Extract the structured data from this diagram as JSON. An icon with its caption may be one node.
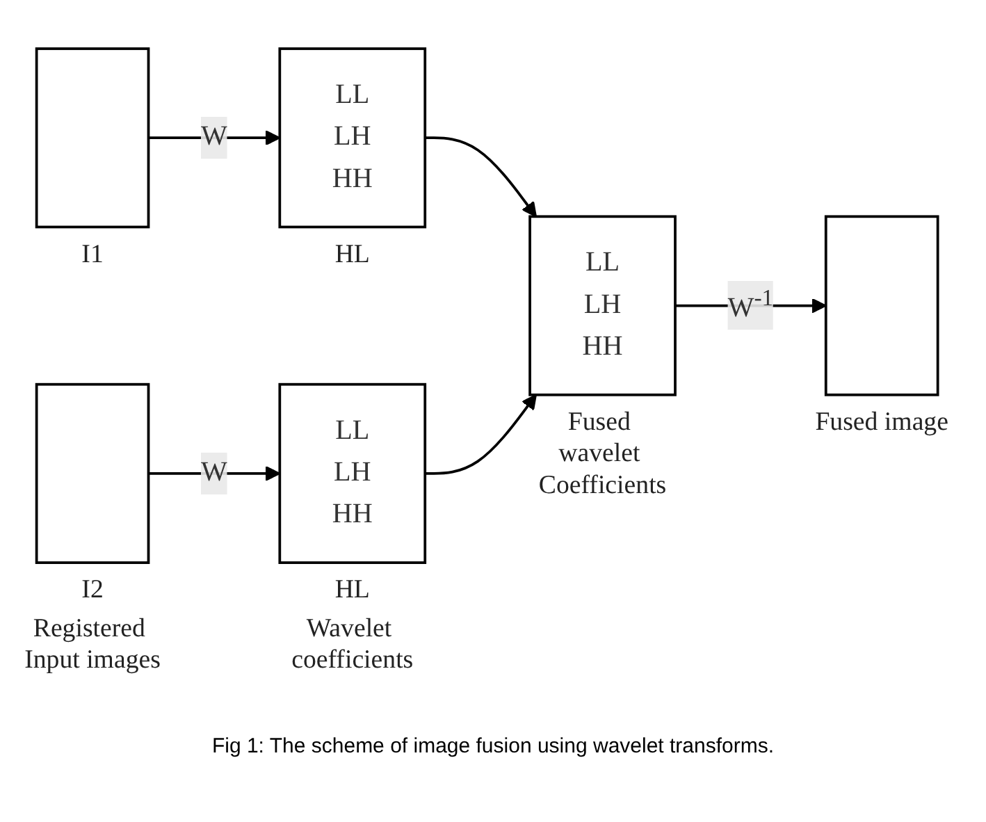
{
  "diagram": {
    "caption": "Fig 1: The scheme of image fusion using wavelet transforms.",
    "nodes": [
      {
        "text": [],
        "shape": "box",
        "beside": [
          "I1"
        ]
      },
      {
        "text": [
          "LL",
          "LH",
          "HH"
        ],
        "beside": [
          "HL"
        ]
      },
      {
        "text": [],
        "shape": "box",
        "beside": [
          "I2",
          "Registered Input images"
        ]
      },
      {
        "text": [
          "LL",
          "LH",
          "HH"
        ],
        "beside": [
          "HL",
          "Wavelet coefficients"
        ]
      },
      {
        "text": [
          "LL",
          "LH",
          "HH"
        ],
        "beside": [
          "Fused wavelet Coefficients"
        ]
      },
      {
        "text": [],
        "shape": "box",
        "beside": [
          "Fused image"
        ]
      }
    ],
    "edges": [
      {
        "from": 0,
        "to": 1,
        "arrow": "to",
        "label": "W"
      },
      {
        "from": 2,
        "to": 3,
        "arrow": "to",
        "label": "W"
      },
      {
        "from": 1,
        "to": 4,
        "arrow": "to"
      },
      {
        "from": 3,
        "to": 4,
        "arrow": "to"
      },
      {
        "from": 4,
        "to": 5,
        "arrow": "to",
        "label": "W$^{-1}$"
      }
    ]
  }
}
